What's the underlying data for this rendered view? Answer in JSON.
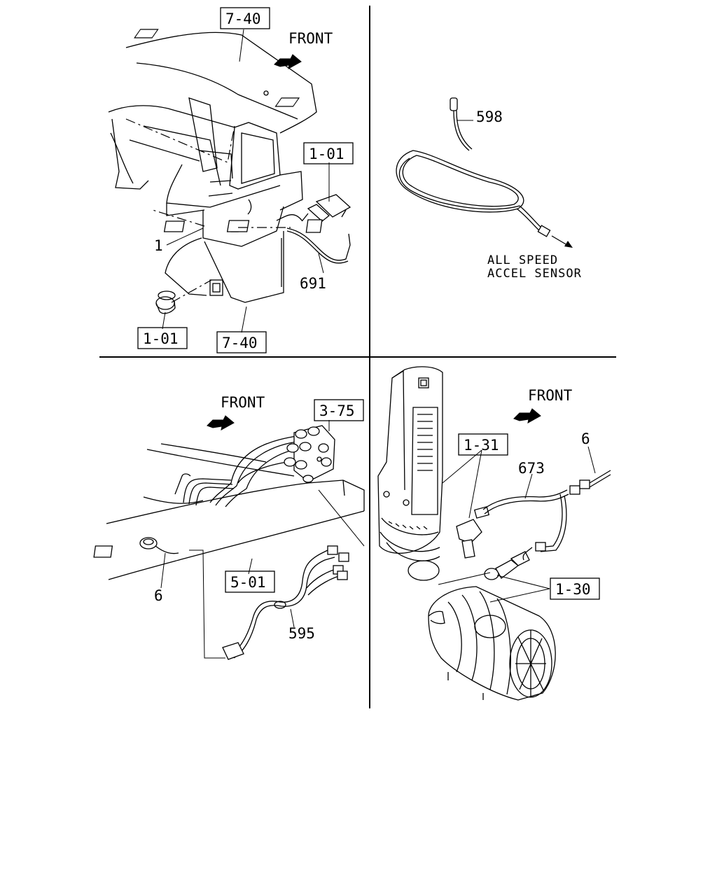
{
  "labels": {
    "q1_ref_top": "7-40",
    "q1_front": "FRONT",
    "q1_ref_switch": "1-01",
    "q1_part_1": "1",
    "q1_part_691": "691",
    "q1_ref_bottom_left": "1-01",
    "q1_ref_bottom_right": "7-40",
    "q2_part_598": "598",
    "q2_caption_line1": "ALL SPEED",
    "q2_caption_line2": "ACCEL SENSOR",
    "q3_front": "FRONT",
    "q3_ref_375": "3-75",
    "q3_ref_501": "5-01",
    "q3_part_6": "6",
    "q3_part_595": "595",
    "q4_front": "FRONT",
    "q4_part_6": "6",
    "q4_ref_131": "1-31",
    "q4_part_673": "673",
    "q4_ref_130": "1-30"
  }
}
